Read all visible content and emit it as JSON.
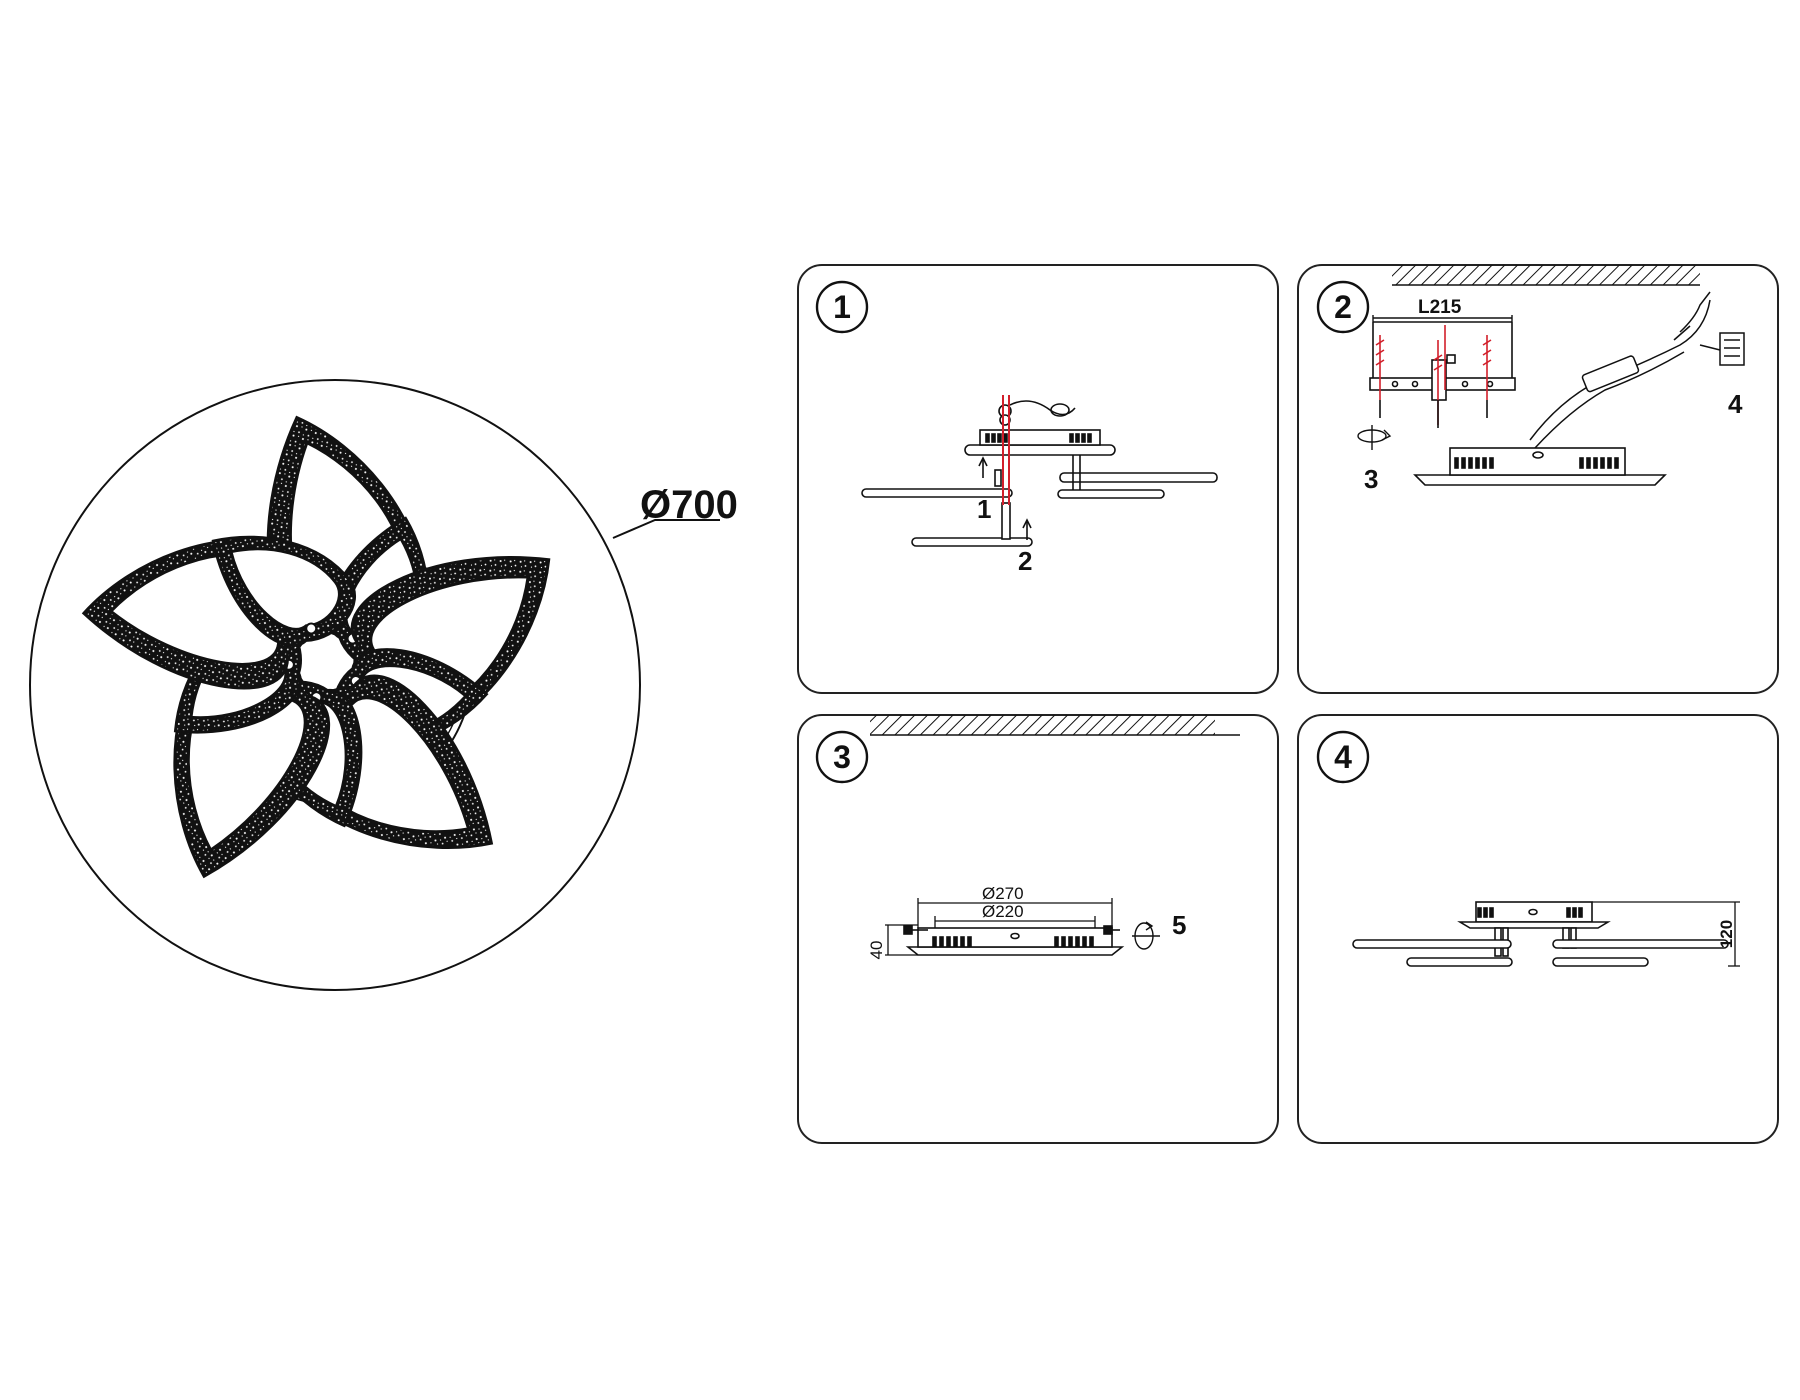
{
  "overview": {
    "diameter_label": "Ø700",
    "petal_count": 5
  },
  "steps": [
    {
      "number": "1",
      "callouts": [
        "1",
        "2"
      ]
    },
    {
      "number": "2",
      "dimension": "L215",
      "callouts": [
        "3",
        "4"
      ]
    },
    {
      "number": "3",
      "dimensions": [
        "Ø270",
        "Ø220",
        "40"
      ],
      "callouts": [
        "5"
      ]
    },
    {
      "number": "4",
      "dimensions": [
        "120"
      ]
    }
  ],
  "colors": {
    "line": "#111111",
    "wire": "#d21f2b",
    "panel_border": "#222222"
  }
}
